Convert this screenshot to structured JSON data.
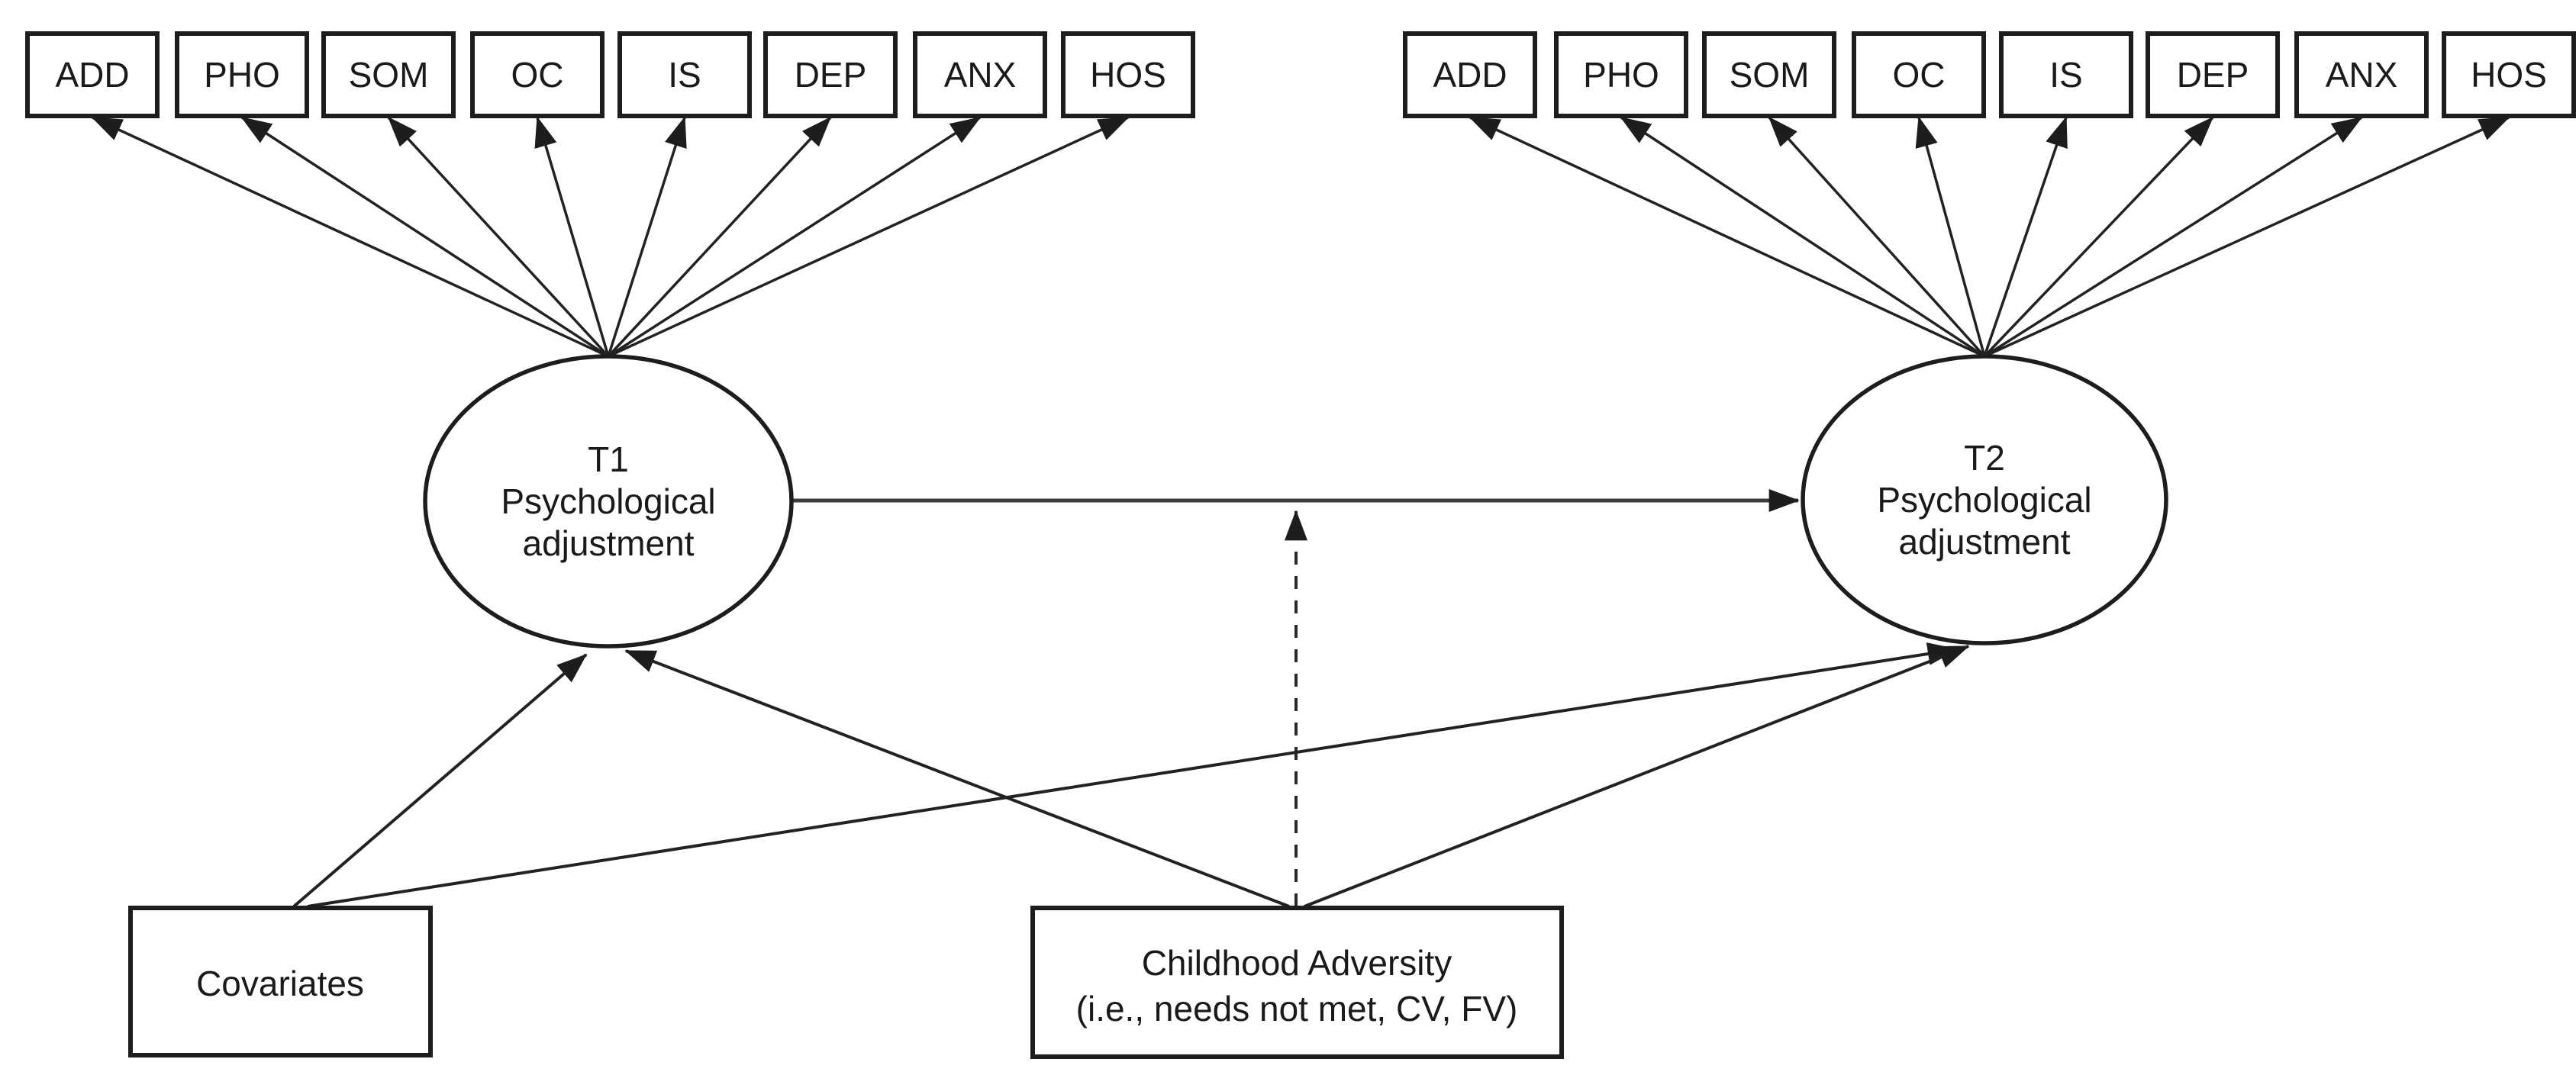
{
  "figure": {
    "indicator_labels": [
      "ADD",
      "PHO",
      "SOM",
      "OC",
      "IS",
      "DEP",
      "ANX",
      "HOS"
    ],
    "t1": {
      "line1": "T1",
      "line2": "Psychological",
      "line3": "adjustment"
    },
    "t2": {
      "line1": "T2",
      "line2": "Psychological",
      "line3": "adjustment"
    },
    "covariates_label": "Covariates",
    "childhood_adversity": {
      "line1": "Childhood Adversity",
      "line2": "(i.e., needs not met, CV, FV)"
    },
    "colors": {
      "stroke": "#1d1d1d",
      "arrow": "#222222",
      "regression_path": "#3c3c3c",
      "text": "#1a1a1a",
      "background": "#ffffff"
    }
  }
}
